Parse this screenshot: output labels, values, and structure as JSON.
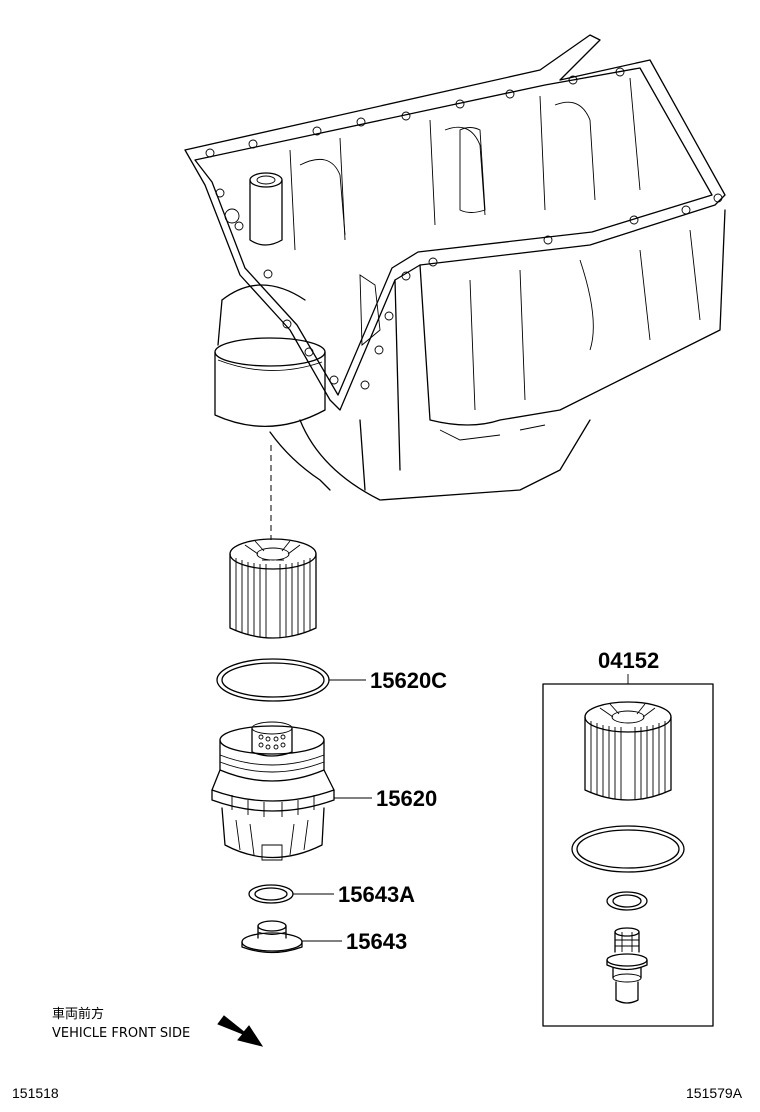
{
  "parts": {
    "oring_large": "15620C",
    "cap": "15620",
    "gasket_small": "15643A",
    "drain_plug": "15643",
    "kit": "04152"
  },
  "direction": {
    "japanese": "車両前方",
    "english": "VEHICLE FRONT SIDE"
  },
  "codes": {
    "left": "151518",
    "right": "151579A"
  }
}
